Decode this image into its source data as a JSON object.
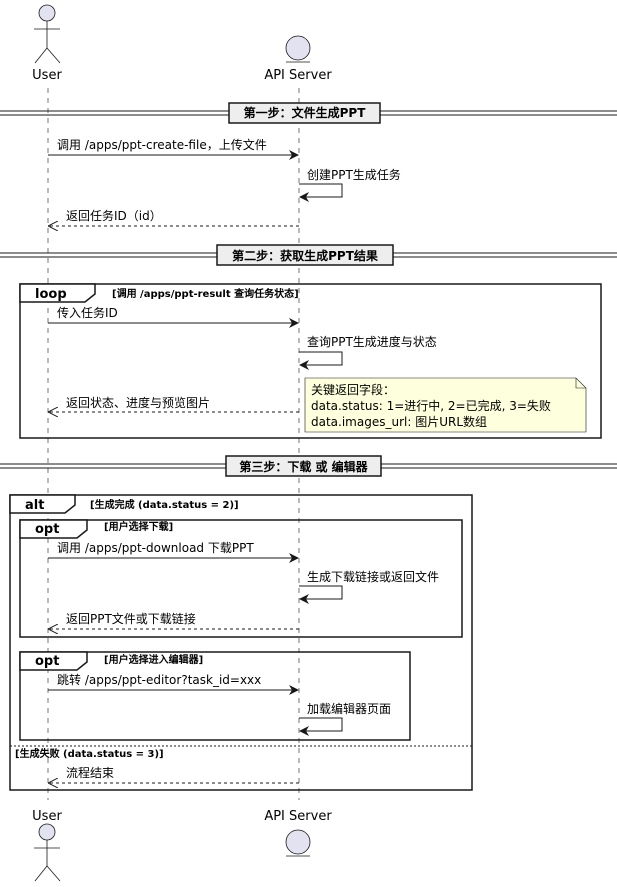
{
  "participants": {
    "user": "User",
    "server": "API Server"
  },
  "dividers": {
    "step1": "第一步：文件生成PPT",
    "step2": "第二步：获取生成PPT结果",
    "step3": "第三步：下载 或 编辑器"
  },
  "messages": {
    "m1": "调用 /apps/ppt-create-file，上传文件",
    "m2": "创建PPT生成任务",
    "m3": "返回任务ID（id）",
    "m4": "传入任务ID",
    "m5": "查询PPT生成进度与状态",
    "m6": "返回状态、进度与预览图片",
    "m7": "调用 /apps/ppt-download 下载PPT",
    "m8": "生成下载链接或返回文件",
    "m9": "返回PPT文件或下载链接",
    "m10": "跳转 /apps/ppt-editor?task_id=xxx",
    "m11": "加载编辑器页面",
    "m12": "流程结束"
  },
  "frames": {
    "loop": {
      "keyword": "loop",
      "condition": "[调用 /apps/ppt-result 查询任务状态]"
    },
    "alt": {
      "keyword": "alt",
      "condition": "[生成完成 (data.status = 2)]",
      "else_condition": "[生成失败 (data.status = 3)]"
    },
    "opt1": {
      "keyword": "opt",
      "condition": "[用户选择下载]"
    },
    "opt2": {
      "keyword": "opt",
      "condition": "[用户选择进入编辑器]"
    }
  },
  "note": {
    "line1": "关键返回字段：",
    "line2": "data.status: 1=进行中, 2=已完成, 3=失败",
    "line3": "data.images_url: 图片URL数组"
  },
  "colors": {
    "participant_fill": "#E2E2F0",
    "note_fill": "#FEFFDD",
    "divider_fill": "#EEEEEE",
    "line": "#181818"
  }
}
